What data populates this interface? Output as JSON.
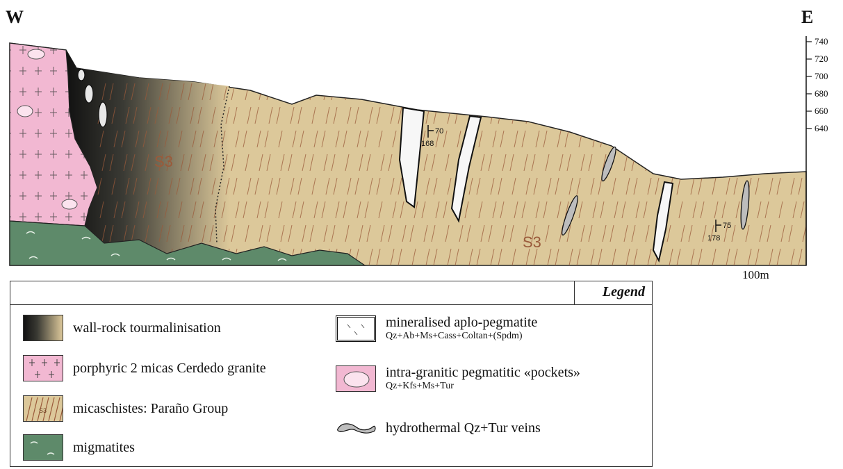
{
  "orientation": {
    "west": "W",
    "east": "E"
  },
  "elevation_axis": {
    "ticks": [
      "740",
      "720",
      "700",
      "680",
      "660",
      "640"
    ]
  },
  "section_labels": {
    "foliation_left": "S3",
    "foliation_right": "S3"
  },
  "structural_measurements": [
    {
      "dip": "70",
      "azimuth": "168"
    },
    {
      "dip": "75",
      "azimuth": "178"
    }
  ],
  "scale_bar": {
    "label": "100m"
  },
  "legend": {
    "title": "Legend",
    "items": [
      {
        "key": "tourmalinisation",
        "label": "wall-rock tourmalinisation",
        "sub": ""
      },
      {
        "key": "granite",
        "label": "porphyric 2 micas Cerdedo granite",
        "sub": ""
      },
      {
        "key": "micaschist",
        "label": "micaschistes: Paraño Group",
        "sub": "",
        "swatch_text": "S3"
      },
      {
        "key": "migmatite",
        "label": "migmatites",
        "sub": ""
      },
      {
        "key": "aplopegmatite",
        "label": "mineralised aplo-pegmatite",
        "sub": "Qz+Ab+Ms+Cass+Coltan+(Spdm)"
      },
      {
        "key": "pockets",
        "label": "intra-granitic pegmatitic «pockets»",
        "sub": "Qz+Kfs+Ms+Tur"
      },
      {
        "key": "veins",
        "label": "hydrothermal Qz+Tur veins",
        "sub": ""
      }
    ]
  },
  "colors": {
    "micaschist": "#dcc89a",
    "granite": "#f2b8d2",
    "migmatite": "#5e8a6a",
    "tourmalinisation_dark": "#1a1a1a",
    "foliation_stroke": "#9a5a3a",
    "vein_fill": "#bdbdbd"
  }
}
